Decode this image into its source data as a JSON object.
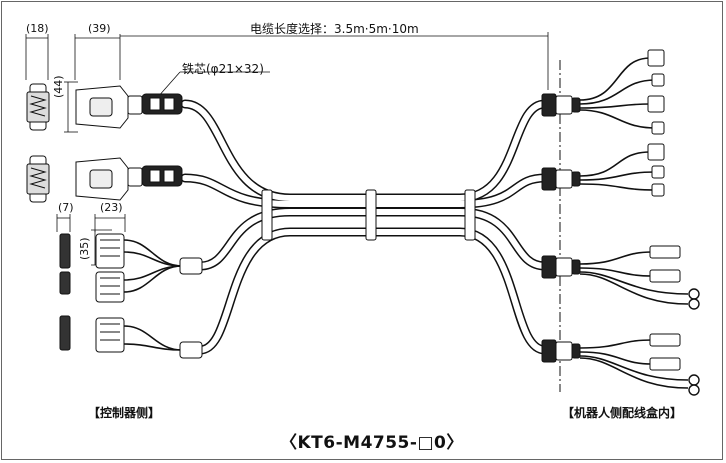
{
  "dimensions": {
    "d18": "(18)",
    "d39": "(39)",
    "d44": "(44)",
    "d7": "(7)",
    "d23": "(23)",
    "d35": "(35)"
  },
  "cable_length": "电缆长度选择：3.5m·5m·10m",
  "ferrite_label": "铁芯(φ21×32)",
  "controller_side": "【控制器侧】",
  "robot_side": "【机器人侧配线盒内】",
  "model_number": "〈KT6-M4755-□0〉"
}
